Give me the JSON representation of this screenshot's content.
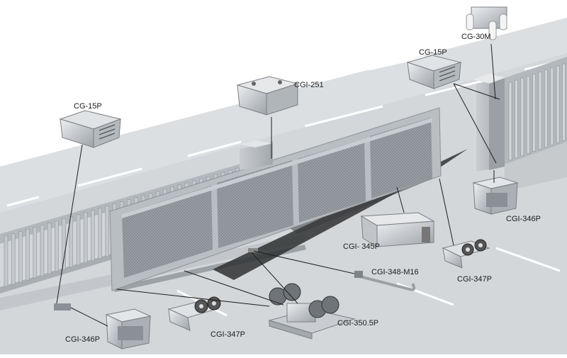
{
  "labels": {
    "cg30m": "CG-30M",
    "cg15p_right": "CG-15P",
    "cgi251": "CGI-251",
    "cg15p_left": "CG-15P",
    "cgi346p_right": "CGI-346P",
    "cgi345p": "CGI- 345P",
    "cgi347p_right": "CGI-347P",
    "cgi348m16": "CGI-348-M16",
    "cgi3505p": "CGI-350.5P",
    "cgi346p_left": "CGI-346P",
    "cgi347p_left": "CGI-347P"
  },
  "colors": {
    "road": "#d6d9dc",
    "road_marking": "#ffffff",
    "fence": "#a9aeb3",
    "gate_frame": "#b9bec3",
    "mesh": "#8f959a",
    "shadow": "#3a3c3e",
    "part_metal": "#c8ccd0",
    "callout_line": "#222222"
  }
}
